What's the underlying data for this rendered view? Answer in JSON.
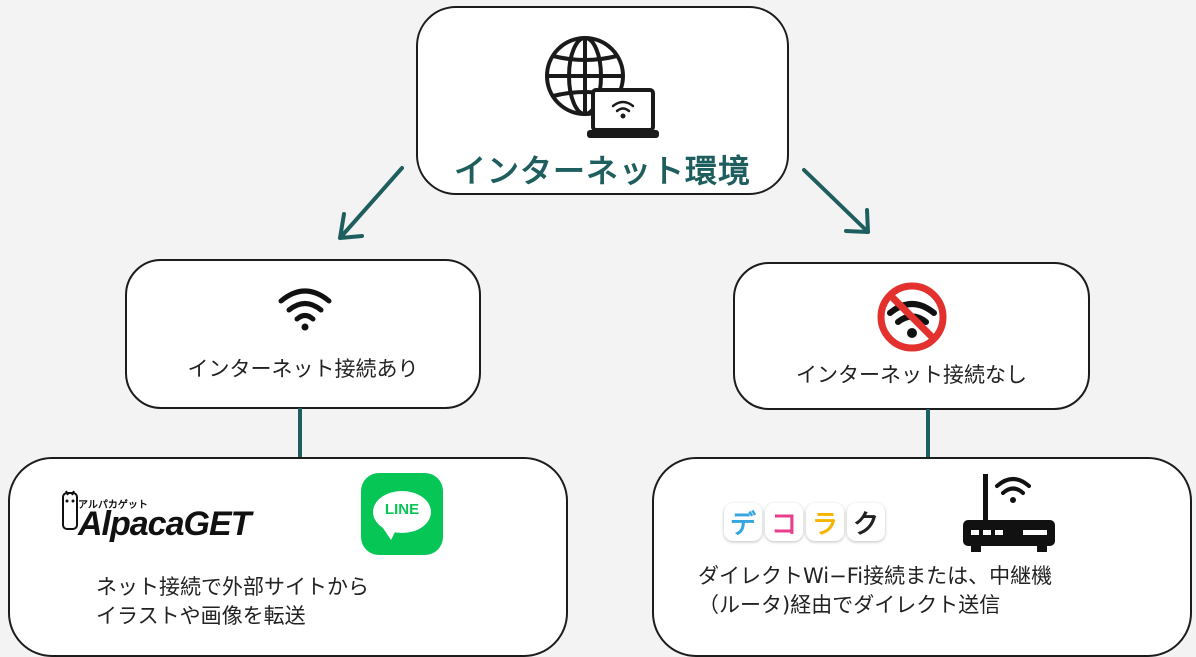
{
  "top": {
    "title": "インターネット環境",
    "icon": "globe-laptop-wifi-icon"
  },
  "left_branch": {
    "label": "インターネット接続あり",
    "icon": "wifi-icon",
    "apps": {
      "alpaca_small": "アルパカゲット",
      "alpaca_name": "AlpacaGET",
      "line_label": "LINE"
    },
    "description": [
      "ネット接続で外部サイトから",
      "イラストや画像を転送"
    ]
  },
  "right_branch": {
    "label": "インターネット接続なし",
    "icon": "no-wifi-icon",
    "decoraku_chars": [
      "デ",
      "コ",
      "ラ",
      "ク"
    ],
    "decoraku_colors": [
      "#36a6e0",
      "#e83e8c",
      "#f4b400",
      "#222222"
    ],
    "description": [
      "ダイレクトWi−Fi接続または、中継機",
      "（ルータ)経由でダイレクト送信"
    ]
  },
  "colors": {
    "accent": "#1f5e5e",
    "line_green": "#06c755",
    "no_wifi_red": "#e3312d"
  }
}
